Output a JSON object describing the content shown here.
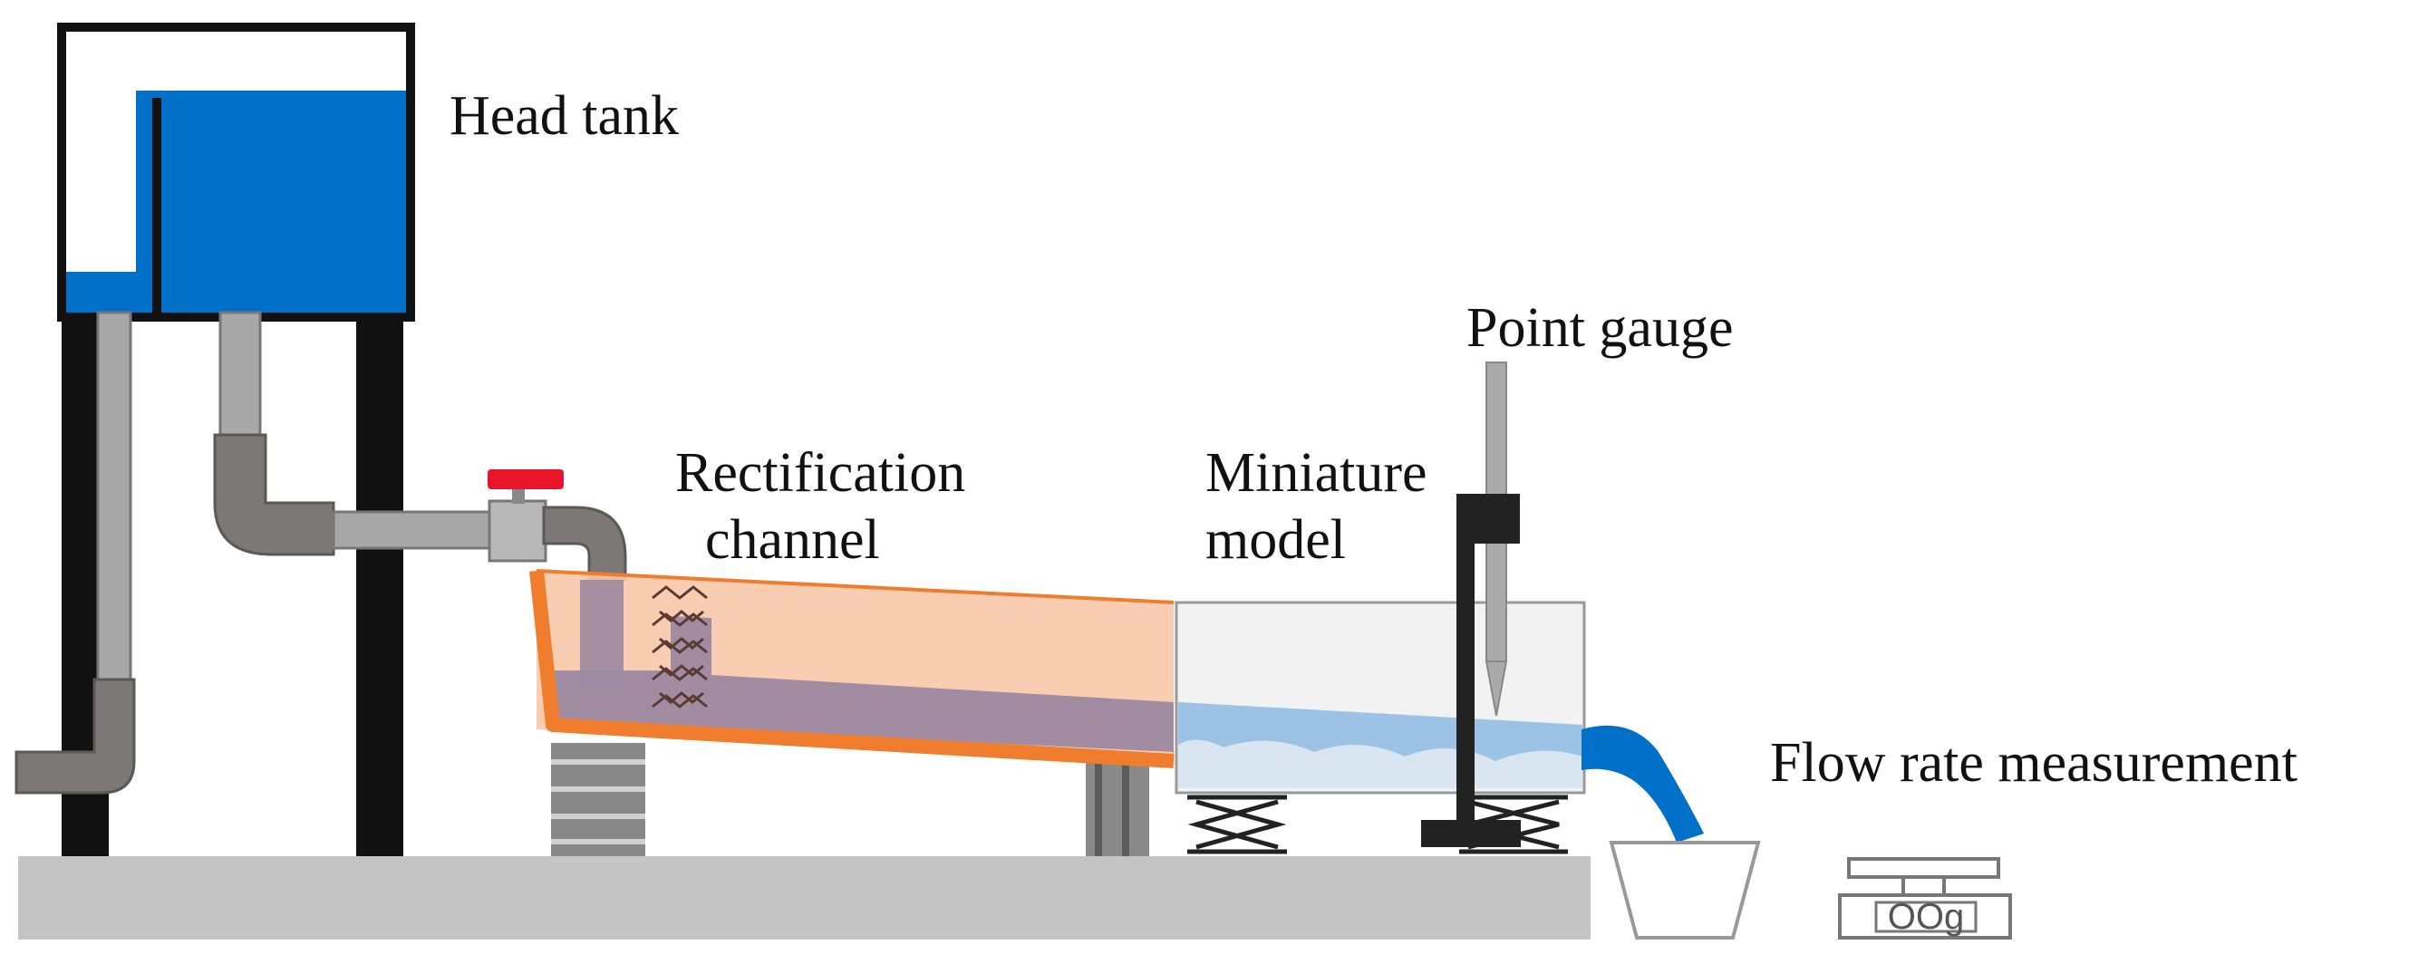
{
  "labels": {
    "head_tank": "Head tank",
    "point_gauge": "Point gauge",
    "rectification_line1": "Rectification",
    "rectification_line2": "channel",
    "miniature_line1": "Miniature",
    "miniature_line2": "model",
    "flow_rate": "Flow rate measurement",
    "scale_display": "OOg"
  },
  "colors": {
    "water": "#0070C8",
    "water_light": "#9CC3E6",
    "pipe_gray": "#A8A8A8",
    "pipe_dark": "#7D7878",
    "stand_black": "#111111",
    "base_gray": "#C4C4C4",
    "channel_fill": "#F8C8A8",
    "channel_edge": "#F07D2E",
    "channel_water": "#9C88A0",
    "valve_red": "#E8142A"
  }
}
